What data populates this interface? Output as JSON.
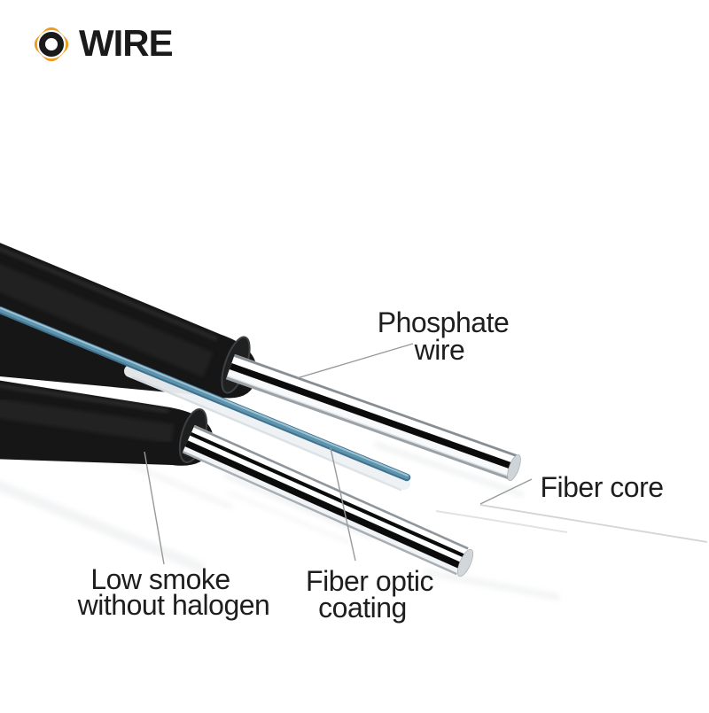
{
  "logo": {
    "text": "WIRE",
    "icon": "o-mark-in-orange-rounded-diamond"
  },
  "annotations": {
    "phosphate_wire": {
      "line1": "Phosphate",
      "line2": "wire"
    },
    "fiber_core": {
      "line1": "Fiber core"
    },
    "low_smoke": {
      "line1": "Low smoke",
      "line2": "without halogen"
    },
    "fiber_optic_coating": {
      "line1": "Fiber optic",
      "line2": "coating"
    }
  },
  "colors": {
    "background": "#ffffff",
    "logo_orange": "#ee9c1e",
    "logo_black": "#1a1a1a",
    "label_text": "#1e1e1e",
    "leader_line": "#98999b",
    "fiber_blue": "#5e93ac",
    "fiber_blue_dark": "#3f7190",
    "fiber_blue_light": "#a3c8d8",
    "jacket_black": "#161616",
    "metal_stripe_black": "#0b0b0b"
  }
}
